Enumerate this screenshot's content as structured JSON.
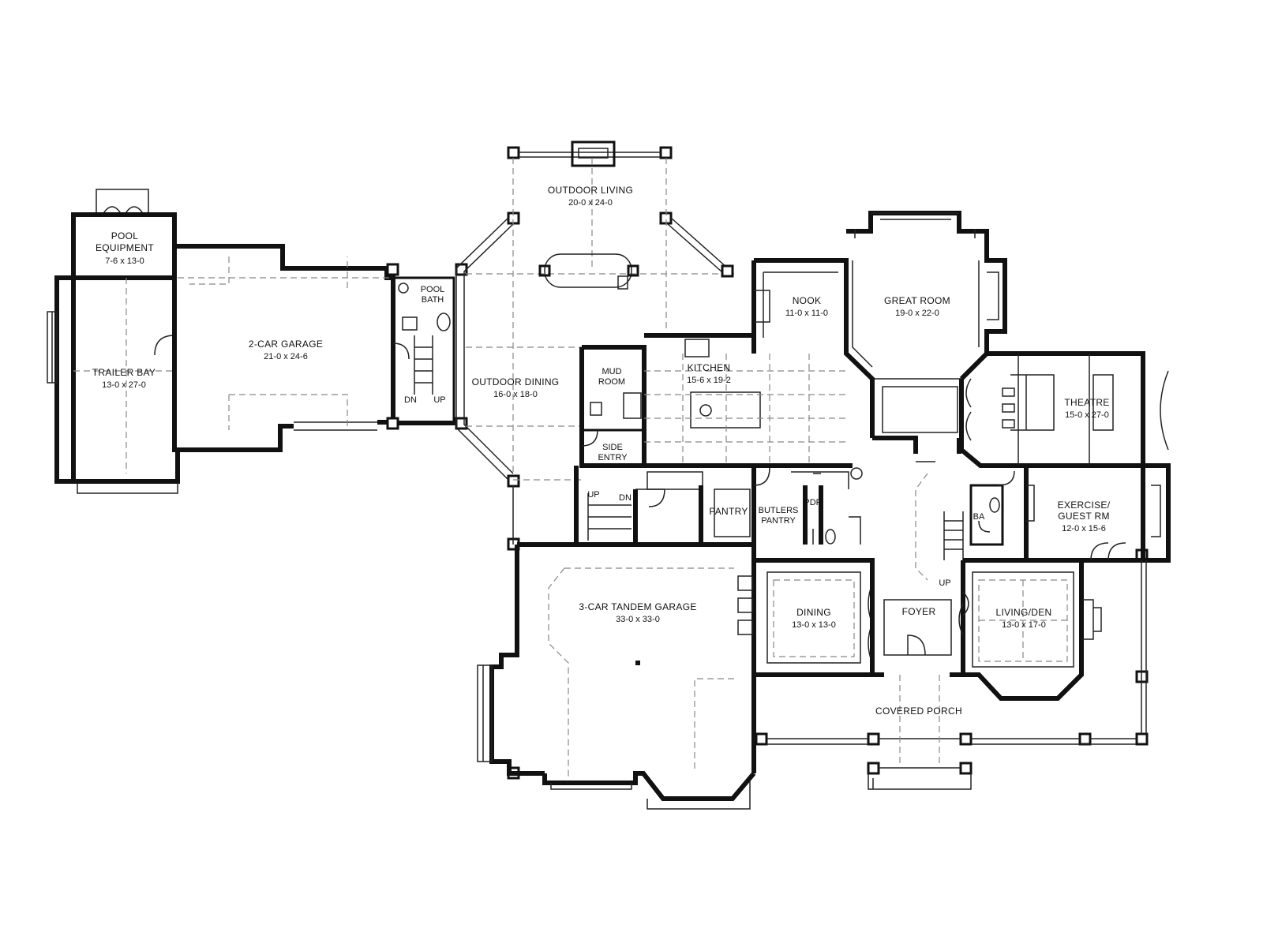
{
  "rooms": {
    "pool_equipment": {
      "name1": "POOL",
      "name2": "EQUIPMENT",
      "dims": "7-6 x 13-0"
    },
    "trailer_bay": {
      "name": "TRAILER BAY",
      "dims": "13-0 x 27-0"
    },
    "two_car_garage": {
      "name": "2-CAR GARAGE",
      "dims": "21-0 x 24-6"
    },
    "pool_bath": {
      "name1": "POOL",
      "name2": "BATH"
    },
    "outdoor_living": {
      "name": "OUTDOOR LIVING",
      "dims": "20-0 x 24-0"
    },
    "outdoor_dining": {
      "name": "OUTDOOR DINING",
      "dims": "16-0 x 18-0"
    },
    "mud_room": {
      "name1": "MUD",
      "name2": "ROOM"
    },
    "side_entry": {
      "name1": "SIDE",
      "name2": "ENTRY"
    },
    "kitchen": {
      "name": "KITCHEN",
      "dims": "15-6 x 19-2"
    },
    "nook": {
      "name": "NOOK",
      "dims": "11-0 x 11-0"
    },
    "great_room": {
      "name": "GREAT ROOM",
      "dims": "19-0 x 22-0"
    },
    "theatre": {
      "name": "THEATRE",
      "dims": "15-0 x 27-0"
    },
    "pantry": {
      "name": "PANTRY"
    },
    "butlers_pantry": {
      "name1": "BUTLERS",
      "name2": "PANTRY"
    },
    "pdr": {
      "name": "PDR"
    },
    "ba": {
      "name": "BA"
    },
    "exercise": {
      "name1": "EXERCISE/",
      "name2": "GUEST RM",
      "dims": "12-0 x 15-6"
    },
    "tandem_garage": {
      "name": "3-CAR TANDEM GARAGE",
      "dims": "33-0 x 33-0"
    },
    "dining": {
      "name": "DINING",
      "dims": "13-0 x 13-0"
    },
    "foyer": {
      "name": "FOYER"
    },
    "living_den": {
      "name": "LIVING/DEN",
      "dims": "13-0 x 17-0"
    },
    "covered_porch": {
      "name": "COVERED PORCH"
    }
  },
  "stairs": {
    "dn_1": "DN",
    "up_1": "UP",
    "up_2": "UP",
    "dn_2": "DN",
    "up_3": "UP"
  }
}
